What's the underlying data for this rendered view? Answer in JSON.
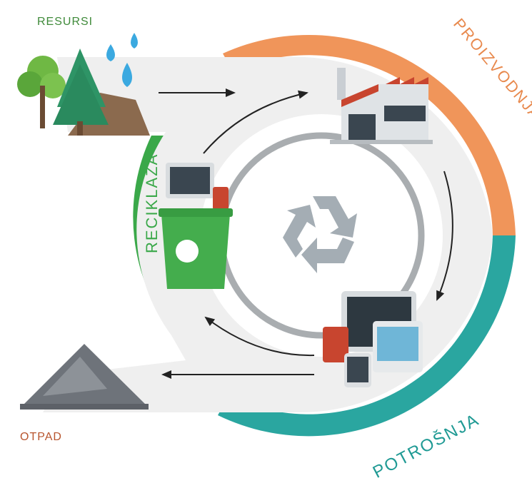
{
  "labels": {
    "resursi": "RESURSI",
    "proizvodnja": "PROIZVODNJA",
    "potrosnja": "POTROŠNJA",
    "reciklaza": "RECIKLAŽA",
    "otpad": "OTPAD"
  },
  "colors": {
    "production_arc": "#f0955a",
    "consumption_arc": "#2aa6a0",
    "recycling_arc": "#3aa849",
    "band": "#efefef",
    "inner_ring": "#a9adb0",
    "recycle_symbol": "#a4adb4"
  },
  "icons": [
    "trees-icon",
    "water-drops-icon",
    "factory-icon",
    "devices-icon",
    "recycling-bin-icon",
    "waste-pile-icon",
    "recycle-symbol-icon"
  ]
}
